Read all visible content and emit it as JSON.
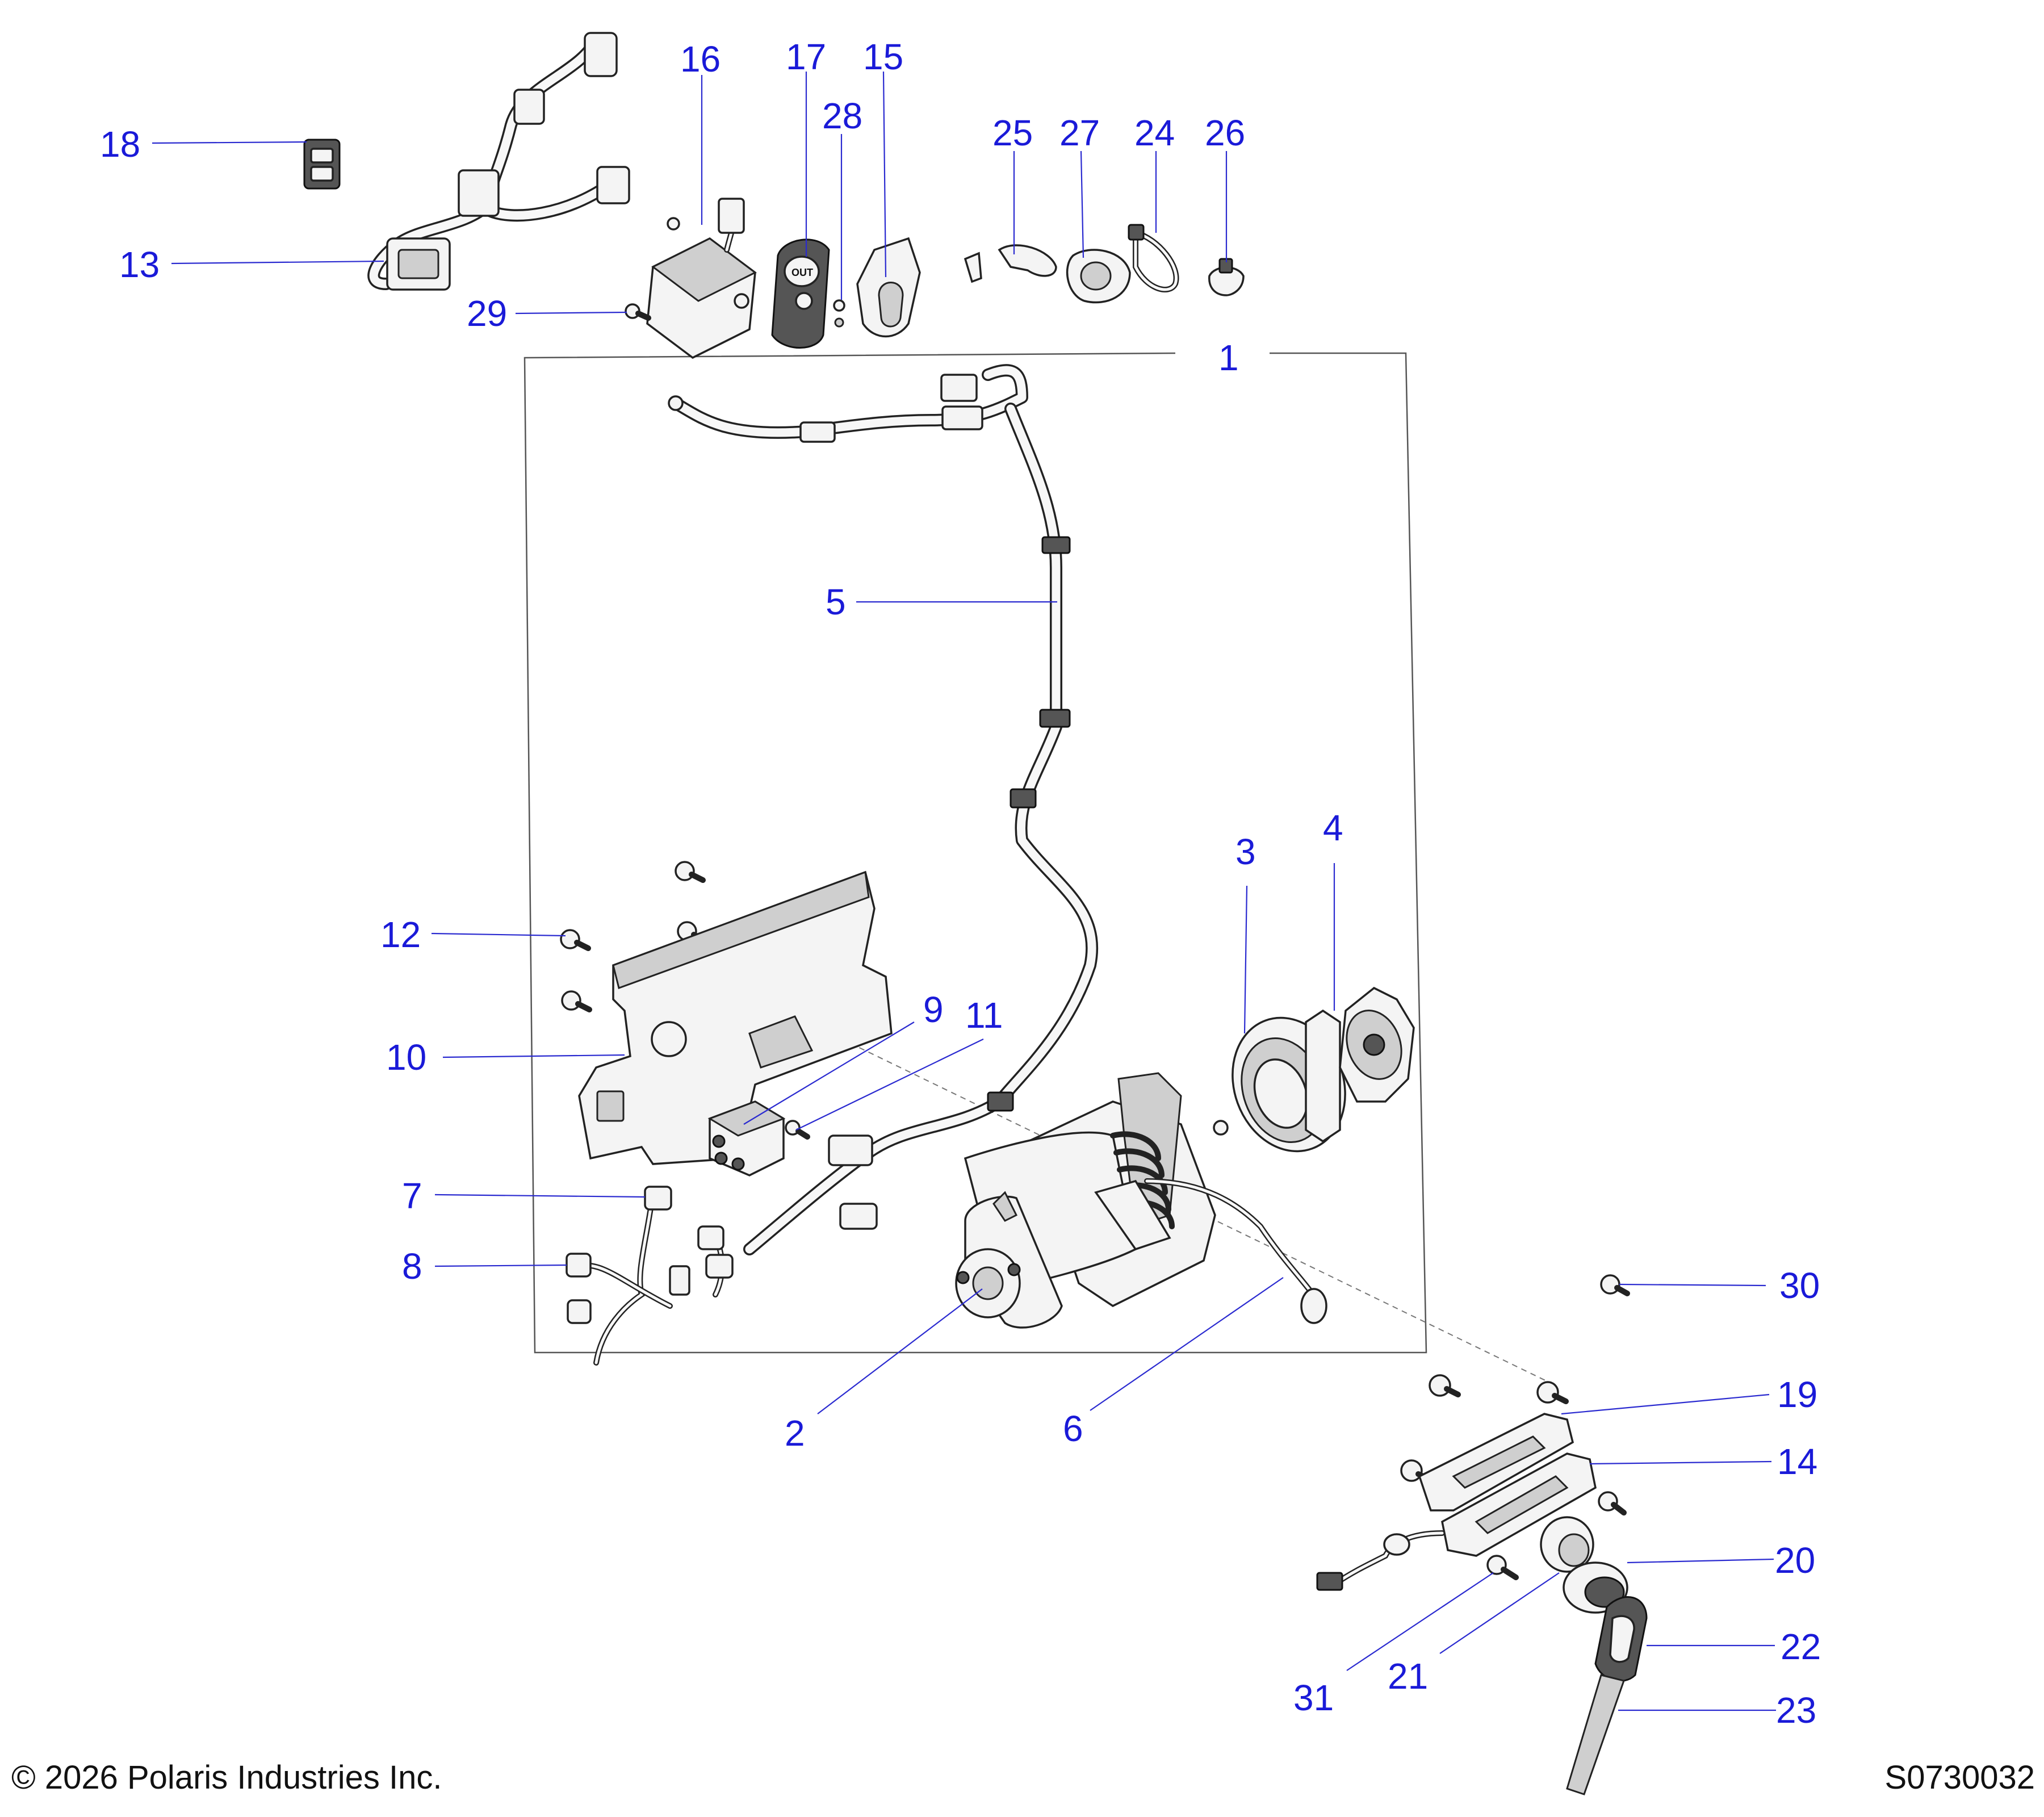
{
  "diagram": {
    "callouts": [
      {
        "id": "1",
        "text": "1"
      },
      {
        "id": "2",
        "text": "2"
      },
      {
        "id": "3",
        "text": "3"
      },
      {
        "id": "4",
        "text": "4"
      },
      {
        "id": "5",
        "text": "5"
      },
      {
        "id": "6",
        "text": "6"
      },
      {
        "id": "7",
        "text": "7"
      },
      {
        "id": "8",
        "text": "8"
      },
      {
        "id": "9",
        "text": "9"
      },
      {
        "id": "10",
        "text": "10"
      },
      {
        "id": "11",
        "text": "11"
      },
      {
        "id": "12",
        "text": "12"
      },
      {
        "id": "13",
        "text": "13"
      },
      {
        "id": "14",
        "text": "14"
      },
      {
        "id": "15",
        "text": "15"
      },
      {
        "id": "16",
        "text": "16"
      },
      {
        "id": "17",
        "text": "17"
      },
      {
        "id": "18",
        "text": "18"
      },
      {
        "id": "19",
        "text": "19"
      },
      {
        "id": "20",
        "text": "20"
      },
      {
        "id": "21",
        "text": "21"
      },
      {
        "id": "22",
        "text": "22"
      },
      {
        "id": "23",
        "text": "23"
      },
      {
        "id": "24",
        "text": "24"
      },
      {
        "id": "25",
        "text": "25"
      },
      {
        "id": "26",
        "text": "26"
      },
      {
        "id": "27",
        "text": "27"
      },
      {
        "id": "28",
        "text": "28"
      },
      {
        "id": "29",
        "text": "29"
      },
      {
        "id": "30",
        "text": "30"
      },
      {
        "id": "31",
        "text": "31"
      }
    ],
    "remote_button_label": "OUT"
  },
  "footer": {
    "copyright": "© 2026 Polaris Industries Inc.",
    "diagram_number": "S0730032"
  },
  "colors": {
    "callout": "#1a1ad8",
    "leader": "#2a2ad0",
    "line_art": "#222222",
    "background": "#ffffff"
  }
}
